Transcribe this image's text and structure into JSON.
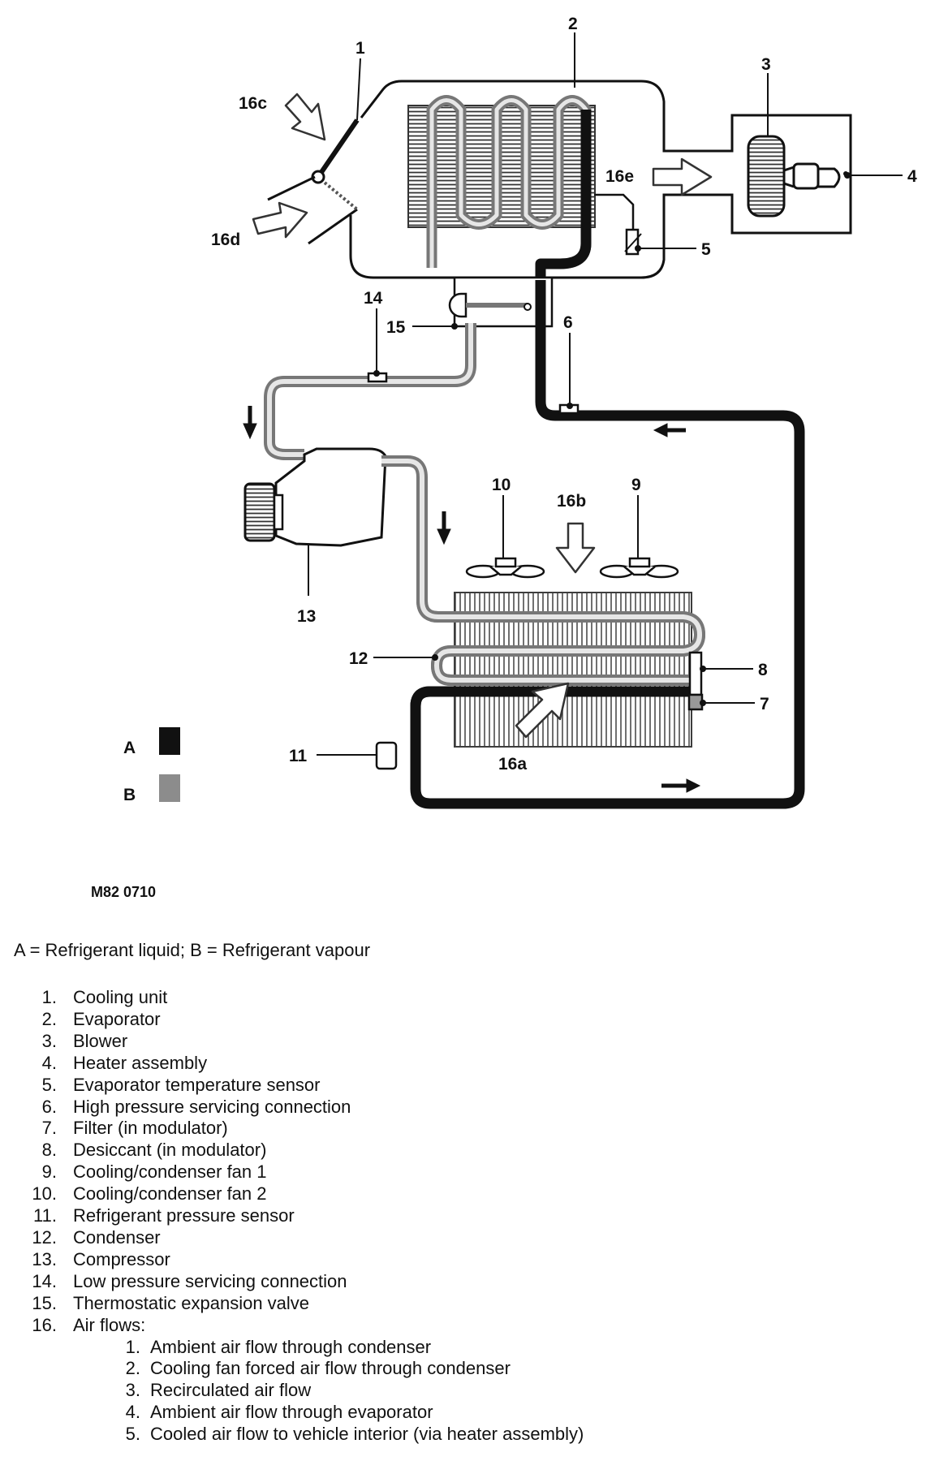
{
  "diagram": {
    "callouts": {
      "c1": "1",
      "c2": "2",
      "c3": "3",
      "c4": "4",
      "c5": "5",
      "c6": "6",
      "c7": "7",
      "c8": "8",
      "c9": "9",
      "c10": "10",
      "c11": "11",
      "c12": "12",
      "c13": "13",
      "c14": "14",
      "c15": "15",
      "c16a": "16a",
      "c16b": "16b",
      "c16c": "16c",
      "c16d": "16d",
      "c16e": "16e"
    },
    "legend": {
      "a_label": "A",
      "b_label": "B",
      "a_color": "#111111",
      "b_color": "#8c8c8c"
    },
    "figure_id": "M82 0710"
  },
  "key_text": "A = Refrigerant liquid; B = Refrigerant vapour",
  "parts": [
    {
      "num": "1.",
      "label": "Cooling unit"
    },
    {
      "num": "2.",
      "label": "Evaporator"
    },
    {
      "num": "3.",
      "label": "Blower"
    },
    {
      "num": "4.",
      "label": "Heater assembly"
    },
    {
      "num": "5.",
      "label": "Evaporator temperature sensor"
    },
    {
      "num": "6.",
      "label": "High pressure servicing connection"
    },
    {
      "num": "7.",
      "label": "Filter (in modulator)"
    },
    {
      "num": "8.",
      "label": "Desiccant (in modulator)"
    },
    {
      "num": "9.",
      "label": "Cooling/condenser fan 1"
    },
    {
      "num": "10.",
      "label": "Cooling/condenser fan 2"
    },
    {
      "num": "11.",
      "label": "Refrigerant pressure sensor"
    },
    {
      "num": "12.",
      "label": "Condenser"
    },
    {
      "num": "13.",
      "label": "Compressor"
    },
    {
      "num": "14.",
      "label": "Low pressure servicing connection"
    },
    {
      "num": "15.",
      "label": "Thermostatic expansion valve"
    },
    {
      "num": "16.",
      "label": "Air flows:"
    }
  ],
  "airflows": [
    {
      "num": "1.",
      "label": "Ambient air flow through condenser"
    },
    {
      "num": "2.",
      "label": "Cooling fan forced air flow through condenser"
    },
    {
      "num": "3.",
      "label": "Recirculated air flow"
    },
    {
      "num": "4.",
      "label": "Ambient air flow through evaporator"
    },
    {
      "num": "5.",
      "label": "Cooled air flow to vehicle interior (via heater assembly)"
    }
  ]
}
